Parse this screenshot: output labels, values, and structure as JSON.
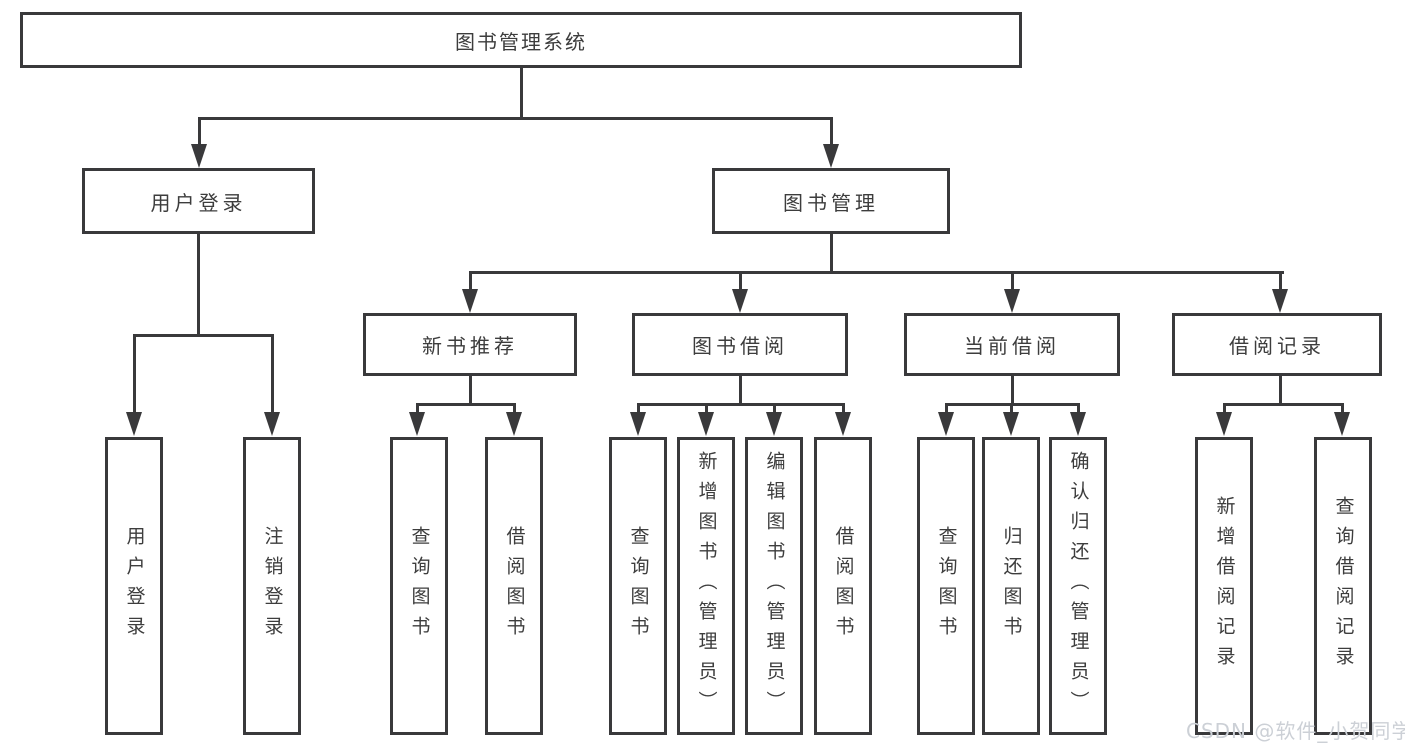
{
  "diagram": {
    "title_node": "图书管理系统",
    "root": {
      "label": "图书管理系统"
    },
    "branches": [
      {
        "label": "用户登录",
        "children": [
          {
            "label": "用户登录"
          },
          {
            "label": "注销登录"
          }
        ]
      },
      {
        "label": "图书管理",
        "children": [
          {
            "label": "新书推荐",
            "children": [
              {
                "label": "查询图书"
              },
              {
                "label": "借阅图书"
              }
            ]
          },
          {
            "label": "图书借阅",
            "children": [
              {
                "label": "查询图书"
              },
              {
                "label": "新增图书（管理员）"
              },
              {
                "label": "编辑图书（管理员）"
              },
              {
                "label": "借阅图书"
              }
            ]
          },
          {
            "label": "当前借阅",
            "children": [
              {
                "label": "查询图书"
              },
              {
                "label": "归还图书"
              },
              {
                "label": "确认归还（管理员）"
              }
            ]
          },
          {
            "label": "借阅记录",
            "children": [
              {
                "label": "新增借阅记录"
              },
              {
                "label": "查询借阅记录"
              }
            ]
          }
        ]
      }
    ]
  },
  "watermark": {
    "text": "CSDN @软件_小贺同学"
  },
  "colors": {
    "line": "#39393b",
    "text": "#3d3d3d",
    "watermark": "#ccd0d6",
    "background": "#ffffff"
  }
}
